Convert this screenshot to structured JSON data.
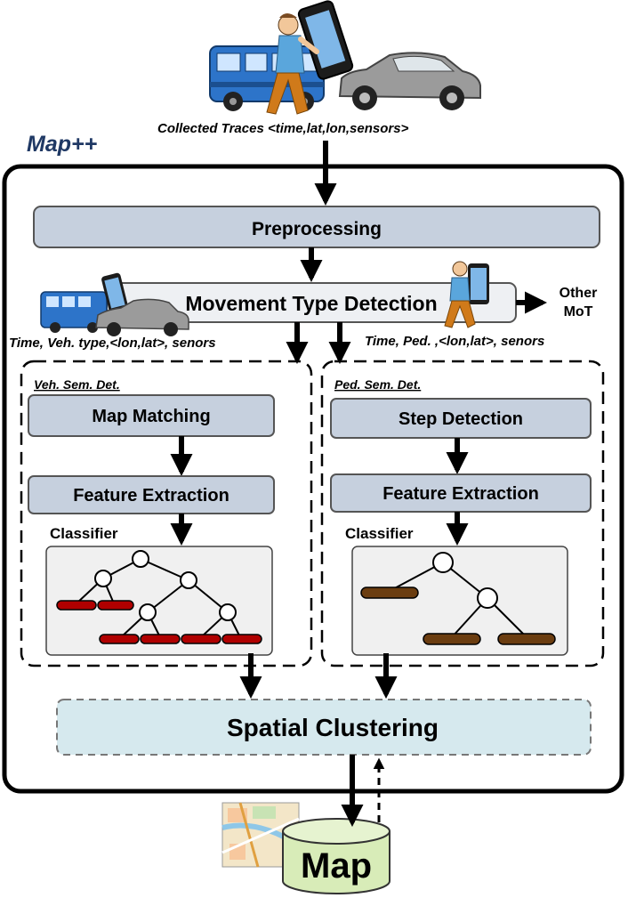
{
  "header": {
    "collected_traces": "Collected Traces <time,lat,lon,sensors>",
    "system_title": "Map++"
  },
  "pipeline": {
    "preprocessing": "Preprocessing",
    "movement_type_detection": "Movement Type Detection",
    "other_mot_line1": "Other",
    "other_mot_line2": "MoT",
    "vehicle_branch_label": "Time, Veh. type,<lon,lat>, senors",
    "pedestrian_branch_label": "Time, Ped. ,<lon,lat>, senors"
  },
  "vehicle_module": {
    "title": "Veh. Sem. Det.",
    "step1": "Map Matching",
    "step2": "Feature Extraction",
    "classifier_label": "Classifier"
  },
  "pedestrian_module": {
    "title": "Ped. Sem. Det.",
    "step1": "Step Detection",
    "step2": "Feature Extraction",
    "classifier_label": "Classifier"
  },
  "spatial_clustering": "Spatial Clustering",
  "map_store": "Map",
  "colors": {
    "title_blue": "#1f3864",
    "process_box": "#c6d0de",
    "cluster_box": "#d6e9ee",
    "classifier_bg": "#f0f0f0",
    "veh_leaf": "#b00000",
    "ped_leaf": "#6b3d10",
    "db_green": "#d8ecb8"
  },
  "icons": [
    "bus-icon",
    "car-icon",
    "pedestrian-with-phone-icon",
    "smartphone-icon",
    "city-map-icon",
    "database-cylinder-icon"
  ]
}
